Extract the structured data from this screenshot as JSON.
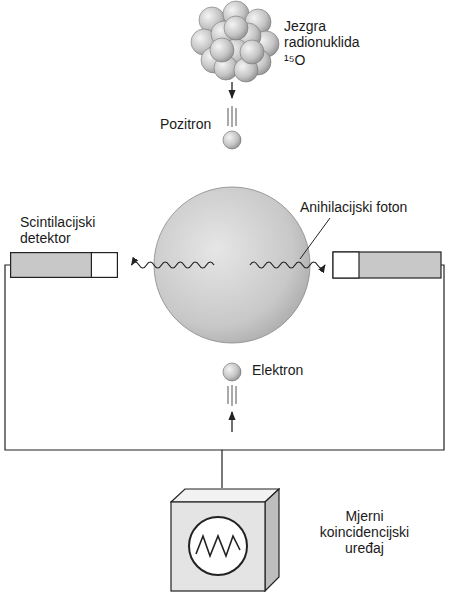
{
  "diagram": {
    "nodes": [
      {
        "text": [
          "Scintilacijski detektor"
        ]
      },
      {
        "text": [
          "Mjerni koincidencijski uređaj"
        ]
      }
    ],
    "edges": [
      {
        "from": 0,
        "to": 1,
        "arrow": "none"
      }
    ],
    "labels": [
      "Jezgra radionuklida",
      "¹⁵O",
      "Pozitron",
      "Anihilacijski foton",
      "Elektron"
    ]
  }
}
